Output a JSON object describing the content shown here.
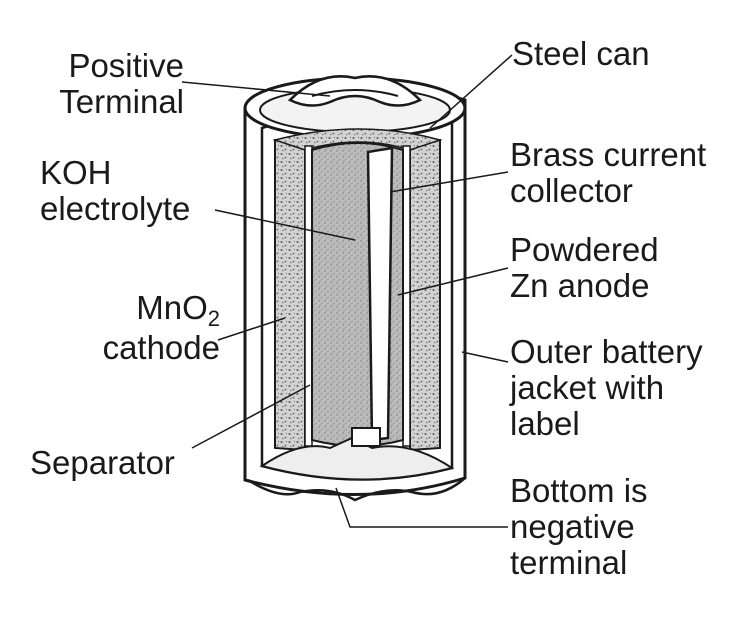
{
  "labels": {
    "positive_terminal": [
      "Positive",
      "Terminal"
    ],
    "koh_electrolyte": [
      "KOH",
      "electrolyte"
    ],
    "mno2_cathode": {
      "line1_main": "MnO",
      "line1_sub": "2",
      "line2": "cathode"
    },
    "separator": "Separator",
    "steel_can": "Steel can",
    "brass_collector": [
      "Brass current",
      "collector"
    ],
    "zn_anode": [
      "Powdered",
      "Zn anode"
    ],
    "outer_jacket": [
      "Outer battery",
      "jacket with",
      "label"
    ],
    "bottom_terminal": [
      "Bottom is",
      "negative",
      "terminal"
    ]
  },
  "colors": {
    "ink": "#1a1a1a",
    "cathode_fill": "#c9c9c9",
    "anode_fill": "#b3b3b3",
    "background": "#ffffff"
  }
}
